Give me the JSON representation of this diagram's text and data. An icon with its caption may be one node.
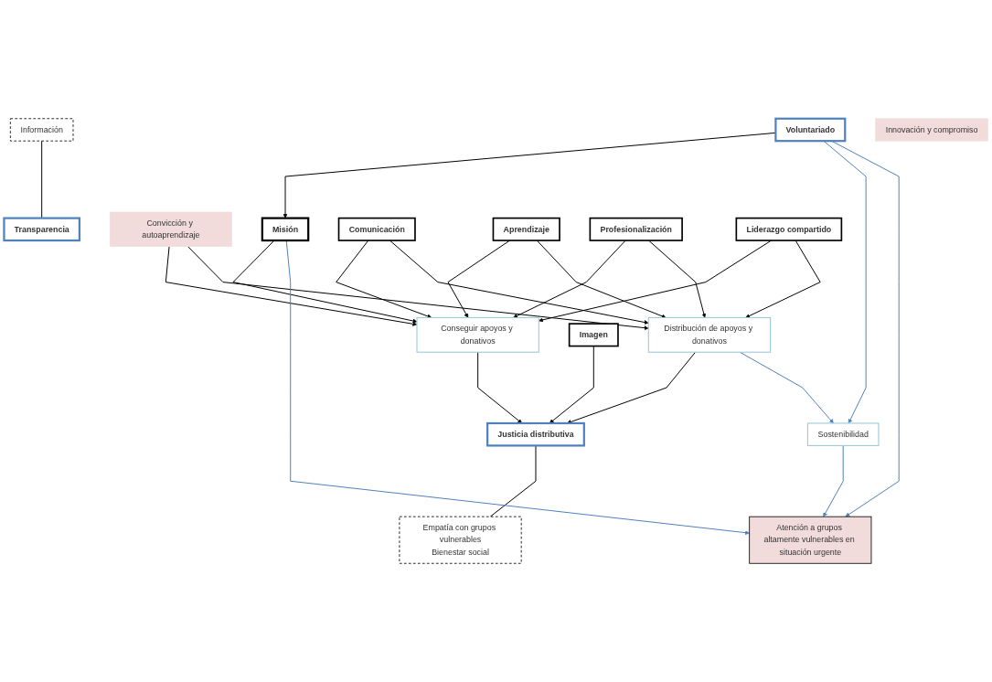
{
  "diagram": {
    "nodes": [
      {
        "text": [
          "Comunicación"
        ]
      },
      {
        "text": [
          "Aprendizaje"
        ]
      },
      {
        "text": [
          "Profesionalización"
        ]
      },
      {
        "text": [
          "Liderazgo compartido"
        ]
      },
      {
        "text": [
          "Voluntariado"
        ]
      },
      {
        "text": [
          "Misión"
        ]
      },
      {
        "text": [
          "Conseguir apoyos y donativos"
        ]
      },
      {
        "text": [
          "Distribución de apoyos y donativos"
        ]
      },
      {
        "text": [
          "Convicción y autoaprendizaje"
        ]
      },
      {
        "text": [
          "Información"
        ]
      },
      {
        "text": [
          "Transparencia"
        ]
      },
      {
        "text": [
          "Justicia distributiva"
        ]
      },
      {
        "text": [
          "Imagen"
        ]
      },
      {
        "text": [
          "Empatía con grupos vulnerables",
          "Bienestar social"
        ]
      },
      {
        "text": [
          "Innovación y compromiso"
        ]
      },
      {
        "text": [
          "Sostenibilidad"
        ]
      },
      {
        "text": [
          "Atención a grupos altamente vulnerables en situación urgente"
        ]
      }
    ],
    "edges": [
      {
        "from": 0,
        "to": 6,
        "arrow": "to"
      },
      {
        "from": 1,
        "to": 6,
        "arrow": "to"
      },
      {
        "from": 2,
        "to": 6,
        "arrow": "to"
      },
      {
        "from": 3,
        "to": 6,
        "arrow": "to"
      },
      {
        "from": 0,
        "to": 7,
        "arrow": "to"
      },
      {
        "from": 1,
        "to": 7,
        "arrow": "to"
      },
      {
        "from": 2,
        "to": 7,
        "arrow": "to"
      },
      {
        "from": 3,
        "to": 7,
        "arrow": "to"
      },
      {
        "from": 4,
        "to": 5,
        "arrow": "to"
      },
      {
        "from": 5,
        "to": 6,
        "arrow": "to"
      },
      {
        "from": 8,
        "to": 6,
        "arrow": "to"
      },
      {
        "from": 8,
        "to": 7,
        "arrow": "to"
      },
      {
        "from": 6,
        "to": 11,
        "arrow": "to"
      },
      {
        "from": 7,
        "to": 11,
        "arrow": "to"
      },
      {
        "from": 12,
        "to": 11,
        "arrow": "to"
      },
      {
        "from": 11,
        "to": 13,
        "arrow": "none"
      },
      {
        "from": 9,
        "to": 10,
        "arrow": "none"
      },
      {
        "from": 7,
        "to": 15,
        "arrow": "to",
        "color": "#4f81bd"
      },
      {
        "from": 4,
        "to": 15,
        "arrow": "to",
        "color": "#4f81bd"
      },
      {
        "from": 5,
        "to": 16,
        "arrow": "to",
        "color": "#4f81bd"
      },
      {
        "from": 4,
        "to": 16,
        "arrow": "to",
        "color": "#4f81bd"
      },
      {
        "from": 15,
        "to": 16,
        "arrow": "to",
        "color": "#4f81bd"
      }
    ]
  }
}
